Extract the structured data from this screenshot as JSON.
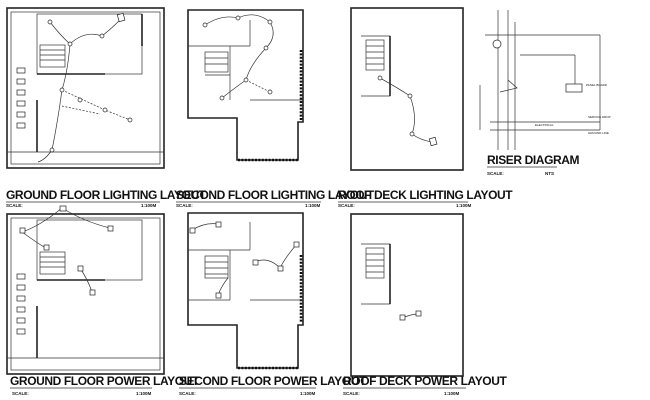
{
  "panels": {
    "ground_lighting": {
      "title": "GROUND FLOOR LIGHTING LAYOUT",
      "scale_label": "SCALE:",
      "scale_value": "1:100M"
    },
    "second_lighting": {
      "title": "SECOND FLOOR LIGHTING LAYOUT",
      "scale_label": "SCALE:",
      "scale_value": "1:100M"
    },
    "roof_lighting": {
      "title": "ROOF DECK LIGHTING LAYOUT",
      "scale_label": "SCALE:",
      "scale_value": "1:100M"
    },
    "ground_power": {
      "title": "GROUND FLOOR POWER LAYOUT",
      "scale_label": "SCALE:",
      "scale_value": "1:100M"
    },
    "second_power": {
      "title": "SECOND FLOOR POWER LAYOUT",
      "scale_label": "SCALE:",
      "scale_value": "1:100M"
    },
    "roof_power": {
      "title": "ROOF DECK POWER LAYOUT",
      "scale_label": "SCALE:",
      "scale_value": "1:100M"
    }
  },
  "riser": {
    "title": "RISER DIAGRAM",
    "scale_label": "SCALE:",
    "scale_value": "NTS",
    "labels": [
      "PANEL BOARD",
      "SERVICE DROP",
      "ELECTRICAL",
      "GROUND LINE"
    ]
  }
}
